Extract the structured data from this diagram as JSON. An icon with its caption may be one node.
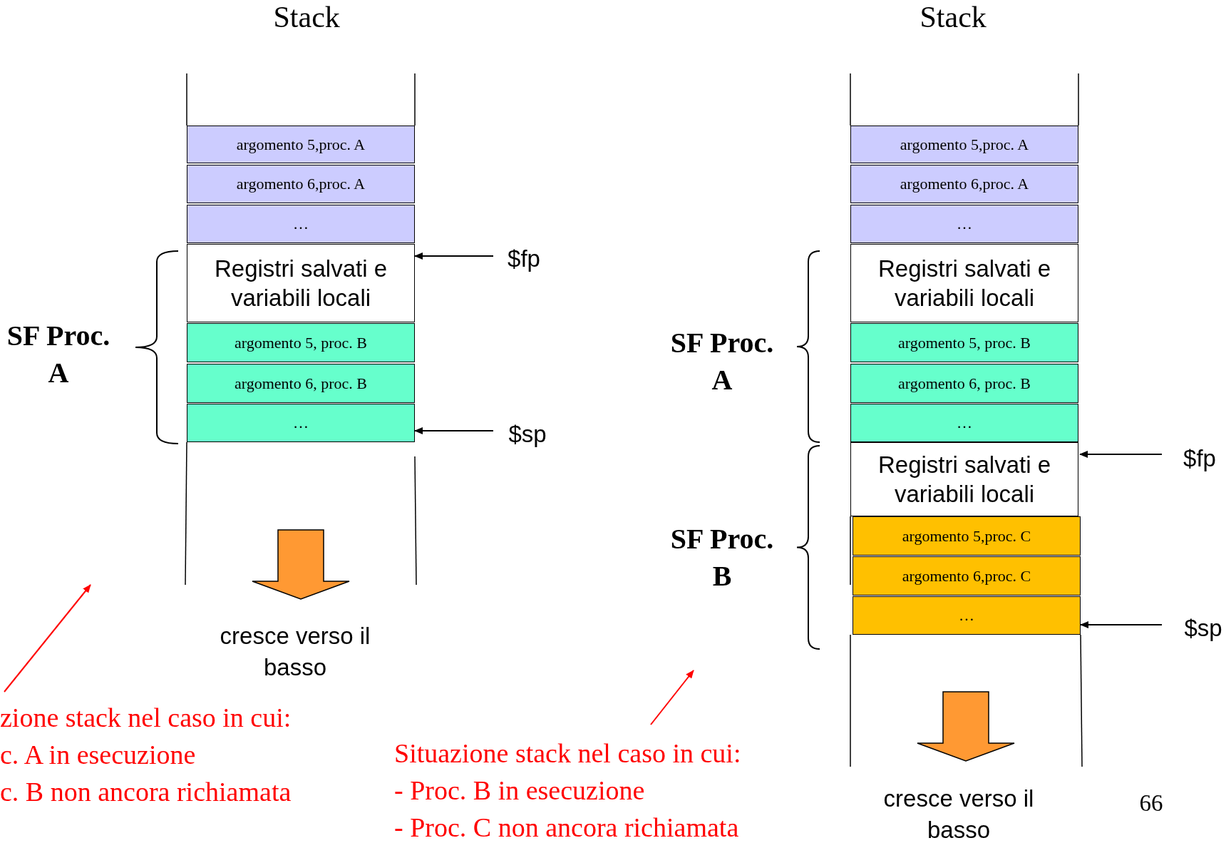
{
  "diagram": {
    "nodes": [
      {
        "text": [
          "argomento 5,proc. A"
        ]
      },
      {
        "text": [
          "argomento 6,proc. A"
        ]
      },
      {
        "text": [
          "…"
        ]
      },
      {
        "text": [
          "Registri salvati e variabili locali"
        ]
      },
      {
        "text": [
          "argomento 5, proc. B"
        ]
      },
      {
        "text": [
          "argomento 6, proc. B"
        ]
      },
      {
        "text": [
          "…"
        ]
      },
      {
        "text": [
          "$fp"
        ]
      },
      {
        "text": [
          "$sp"
        ]
      },
      {
        "text": [
          "zione stack nel caso in cui:",
          "c. A in esecuzione",
          "c. B non ancora richiamata"
        ]
      },
      {
        "text": [
          "argomento 5,proc. A"
        ]
      },
      {
        "text": [
          "argomento 6,proc. A"
        ]
      },
      {
        "text": [
          "…"
        ]
      },
      {
        "text": [
          "Registri salvati e variabili locali"
        ]
      },
      {
        "text": [
          "argomento 5, proc. B"
        ]
      },
      {
        "text": [
          "argomento 6, proc. B"
        ]
      },
      {
        "text": [
          "…"
        ]
      },
      {
        "text": [
          "Registri salvati e variabili locali"
        ]
      },
      {
        "text": [
          "argomento 5,proc. C"
        ]
      },
      {
        "text": [
          "argomento 6,proc. C"
        ]
      },
      {
        "text": [
          "…"
        ]
      },
      {
        "text": [
          "$fp"
        ]
      },
      {
        "text": [
          "$sp"
        ]
      },
      {
        "text": [
          "Situazione stack nel caso in cui:",
          "- Proc. B in esecuzione",
          "- Proc. C non ancora richiamata"
        ]
      }
    ],
    "edges": [
      {
        "from": 7,
        "to": 3,
        "arrow": "to"
      },
      {
        "from": 8,
        "to": 6,
        "arrow": "to"
      },
      {
        "from": 9,
        "to": null,
        "arrow": "to",
        "color": "#ff0000"
      },
      {
        "from": 21,
        "to": 17,
        "arrow": "to"
      },
      {
        "from": 22,
        "to": 20,
        "arrow": "to"
      },
      {
        "from": 23,
        "to": null,
        "arrow": "to",
        "color": "#ff0000"
      }
    ],
    "labels": [
      "Stack",
      "Stack",
      "SF Proc. A",
      "cresce verso il basso",
      "SF Proc. A",
      "SF Proc. B",
      "cresce verso il basso",
      "66"
    ]
  }
}
